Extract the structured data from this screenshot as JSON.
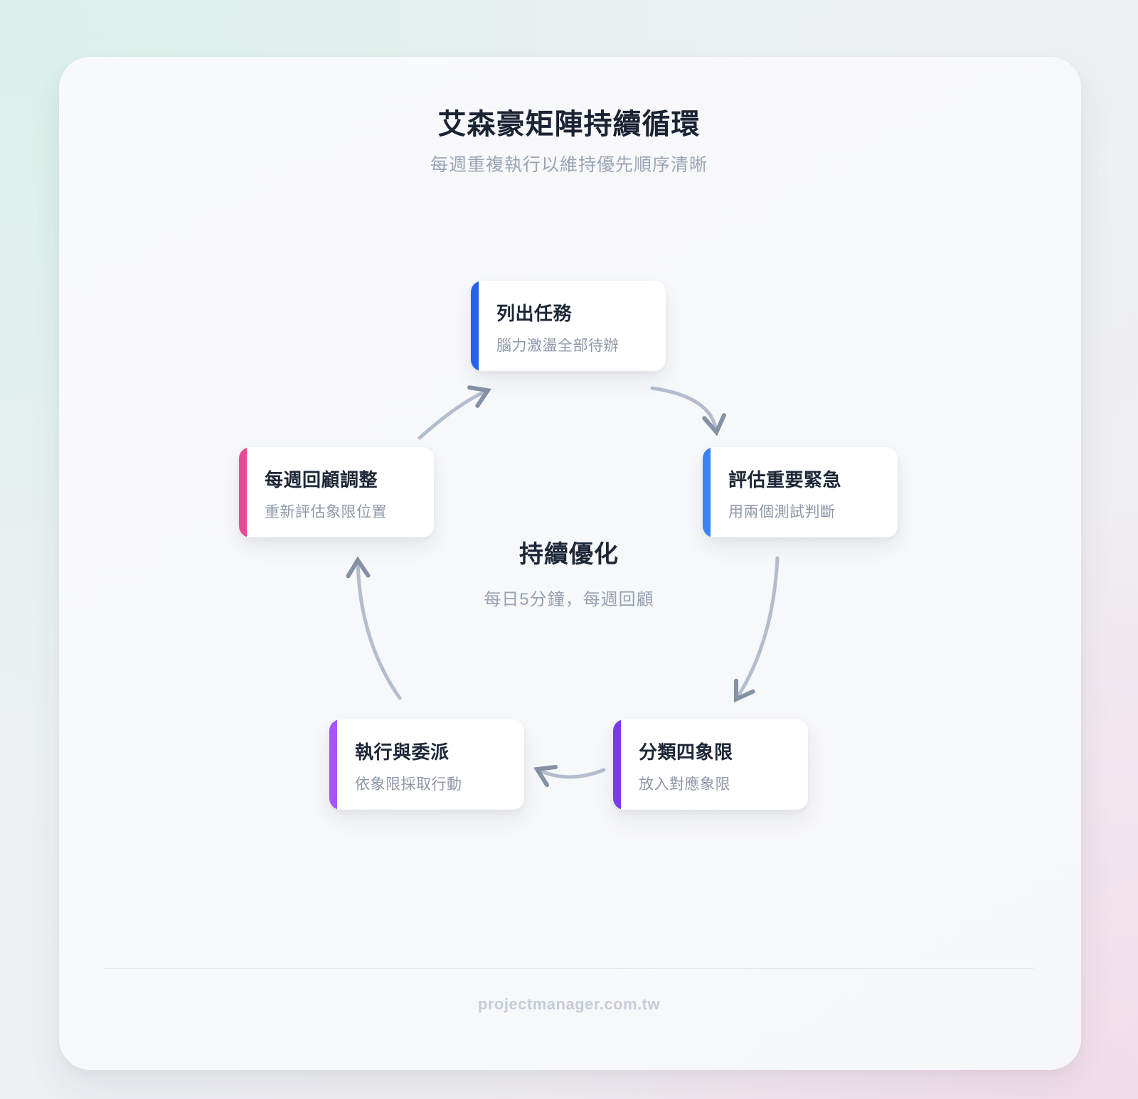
{
  "header": {
    "title": "艾森豪矩陣持續循環",
    "subtitle": "每週重複執行以維持優先順序清晰"
  },
  "cycle": {
    "steps": [
      {
        "title": "列出任務",
        "desc": "腦力激盪全部待辦",
        "accent": "#2563eb"
      },
      {
        "title": "評估重要緊急",
        "desc": "用兩個測試判斷",
        "accent": "#3b82f6"
      },
      {
        "title": "分類四象限",
        "desc": "放入對應象限",
        "accent": "#7c3aed"
      },
      {
        "title": "執行與委派",
        "desc": "依象限採取行動",
        "accent": "#a855f7"
      },
      {
        "title": "每週回顧調整",
        "desc": "重新評估象限位置",
        "accent": "#ec4899"
      }
    ],
    "center": {
      "title": "持續優化",
      "subtitle": "每日5分鐘，每週回顧"
    },
    "arrow_color": "#b3bdcd",
    "arrowhead_color": "#8591a5"
  },
  "footer": {
    "site": "projectmanager.com.tw"
  }
}
